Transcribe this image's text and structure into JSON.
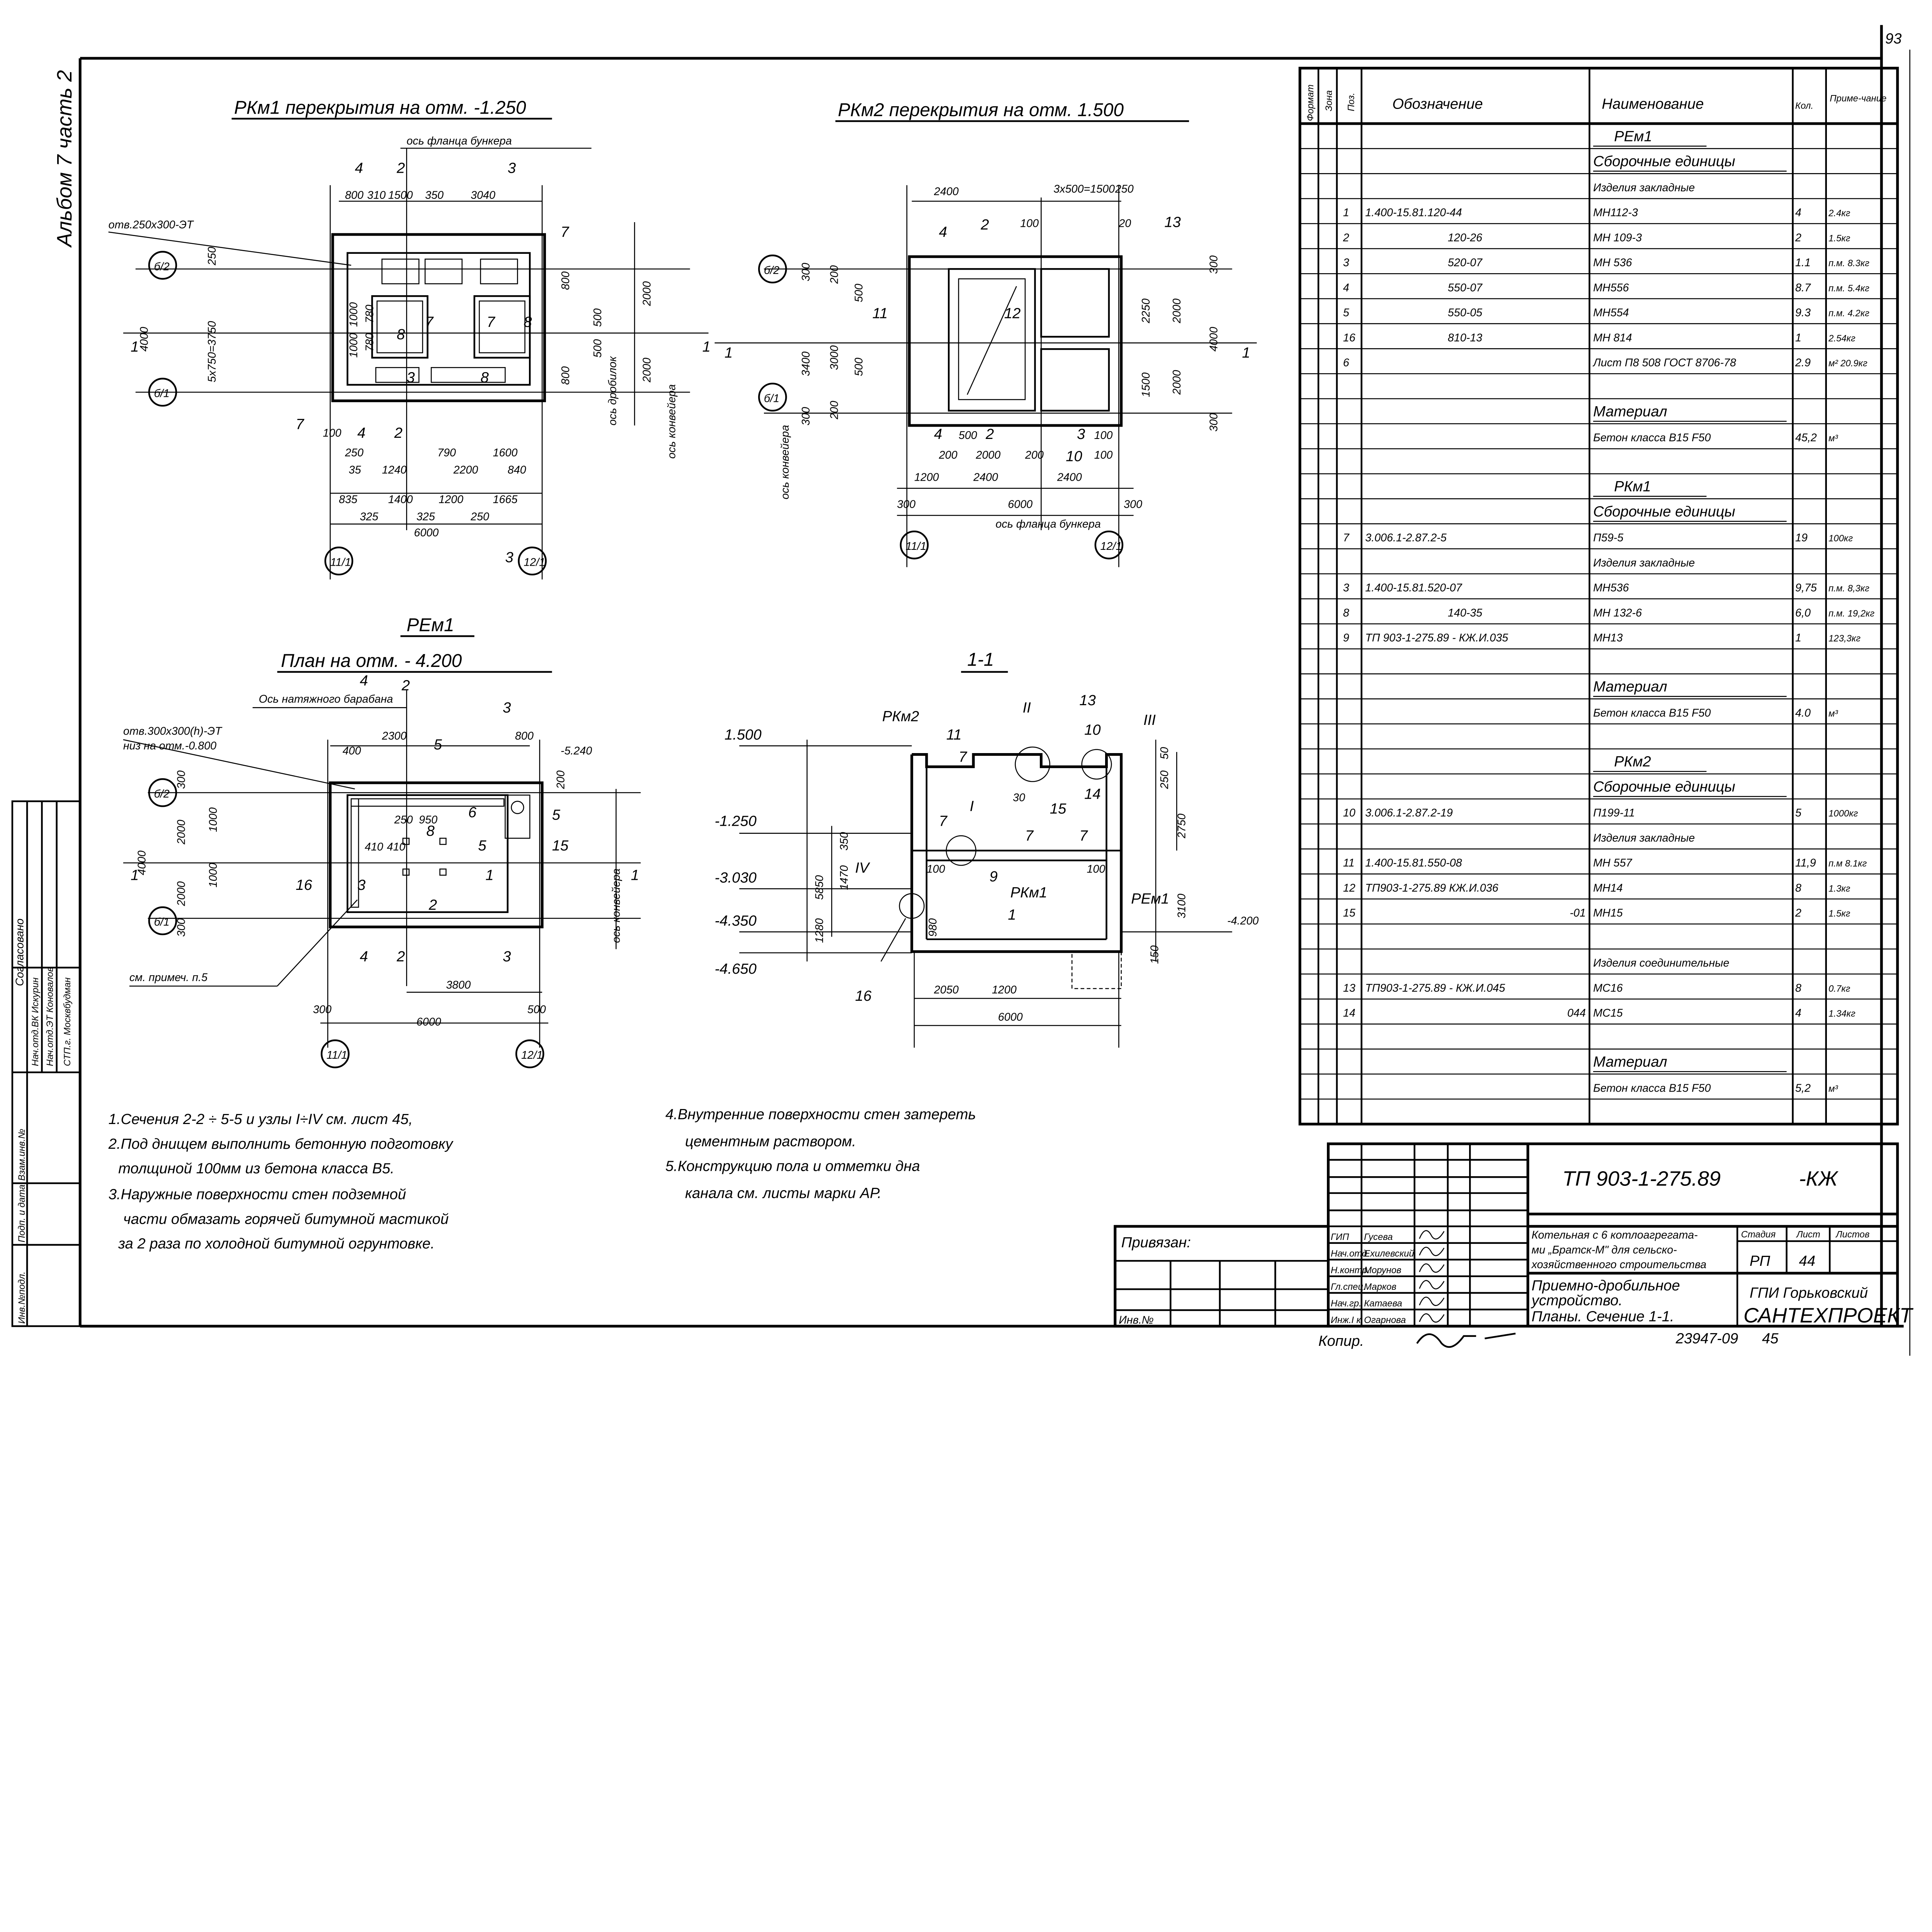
{
  "sheet": {
    "album_label": "Альбом 7 часть 2",
    "sheet_number_corner": "93",
    "copy_label": "Копир.",
    "archive_number": "23947-09",
    "archive_sheet": "45"
  },
  "left_strip": {
    "agreed_label": "Согласовано",
    "rows": [
      "Нач.отд.ВК Искурин",
      "Нач.отд.ЭТ Коновалов",
      "СТП.г. Москвбудман"
    ],
    "vertical_labels": [
      "Инв.№подл.",
      "Подп. и дата",
      "Взам.инв.№"
    ]
  },
  "rkm1": {
    "title": "РКм1 перекрытия на отм. -1.250",
    "flange_axis": "ось фланца бункера",
    "opening": "отв.250х300-ЭТ",
    "crusher_axis": "ось дробилок",
    "conveyor_axis": "ось конвейера",
    "axes": [
      "б/2",
      "б/1",
      "11/1",
      "12/1"
    ],
    "labels": [
      "4",
      "2",
      "3",
      "1",
      "1",
      "7",
      "7",
      "3",
      "4",
      "2",
      "8",
      "7",
      "7",
      "8",
      "3",
      "8"
    ],
    "dims": [
      "800",
      "310",
      "1500",
      "350",
      "3040",
      "250",
      "4000",
      "5х750=3750",
      "1000",
      "1000",
      "780",
      "780",
      "2000",
      "2000",
      "100",
      "250",
      "35",
      "1240",
      "2200",
      "840",
      "835",
      "1400",
      "1200",
      "1665",
      "325",
      "325",
      "250",
      "6000",
      "790",
      "1600",
      "500",
      "500",
      "800",
      "800"
    ]
  },
  "rkm2": {
    "title": "РКм2 перекрытия на отм. 1.500",
    "flange_axis": "ось фланца бункера",
    "conveyor_axis": "ось конвейера",
    "axes": [
      "б/2",
      "б/1",
      "11/1",
      "12/1"
    ],
    "labels": [
      "4",
      "2",
      "13",
      "11",
      "12",
      "1",
      "1",
      "4",
      "2",
      "3",
      "10"
    ],
    "dims": [
      "2400",
      "3х500=1500",
      "250",
      "100",
      "20",
      "300",
      "3400",
      "300",
      "200",
      "3000",
      "200",
      "500",
      "500",
      "2250",
      "2000",
      "1500",
      "2000",
      "4000",
      "300",
      "300",
      "500",
      "200",
      "2000",
      "200",
      "100",
      "1200",
      "2400",
      "2400",
      "300",
      "6000",
      "300",
      "100"
    ]
  },
  "rem1": {
    "title": "РЕм1",
    "subtitle": "План на отм. - 4.200",
    "drum_axis": "Ось натяжного барабана",
    "opening": "отв.300х300(h)-ЭТ",
    "opening_bottom": "низ на отм.-0.800",
    "conveyor_axis": "ось конвейера",
    "note_ref": "см. примеч. п.5",
    "axes": [
      "б/2",
      "б/1",
      "11/1",
      "12/1"
    ],
    "labels": [
      "4",
      "2",
      "3",
      "5",
      "1",
      "1",
      "16",
      "3",
      "6",
      "5",
      "5",
      "15",
      "1",
      "2",
      "4",
      "2",
      "3",
      "8"
    ],
    "dims": [
      "2300",
      "400",
      "800",
      "-5.240",
      "200",
      "4000",
      "2000",
      "2000",
      "300",
      "300",
      "250",
      "950",
      "410",
      "410",
      "3800",
      "300",
      "6000",
      "500",
      "1000",
      "1000"
    ]
  },
  "section": {
    "title": "1-1",
    "levels": [
      "1.500",
      "-1.250",
      "-3.030",
      "-4.350",
      "-4.650"
    ],
    "labels": [
      "РКм2",
      "11",
      "II",
      "13",
      "III",
      "10",
      "7",
      "I",
      "7",
      "7",
      "9",
      "IV",
      "РКм1",
      "1",
      "16",
      "РЕм1",
      "15",
      "14",
      "7"
    ],
    "dims": [
      "50",
      "250",
      "2750",
      "3100",
      "100",
      "100",
      "980",
      "-4.200",
      "150",
      "2050",
      "1200",
      "6000",
      "5850",
      "1280",
      "1470",
      "350",
      "30"
    ]
  },
  "notes": {
    "left": [
      "1.Сечения 2-2 ÷ 5-5 и узлы I÷IV см. лист 45,",
      "2.Под днищем выполнить бетонную подготовку",
      "толщиной 100мм из бетона класса В5.",
      "3.Наружные поверхности стен подземной",
      "части обмазать горячей битумной мастикой",
      "за 2 раза по холодной битумной огрунтовке."
    ],
    "right": [
      "4.Внутренние поверхности стен затереть",
      "цементным раствором.",
      "5.Конструкцию пола и отметки дна",
      "канала см. листы марки АР."
    ]
  },
  "spec_table": {
    "headers": [
      "Формат",
      "Зона",
      "Поз.",
      "Обозначение",
      "Наименование",
      "Кол.",
      "Приме-чание"
    ],
    "rows": [
      {
        "pos": "",
        "code": "",
        "name": "РЕм1",
        "qty": "",
        "note": "",
        "kind": "group"
      },
      {
        "pos": "",
        "code": "",
        "name": "Сборочные единицы",
        "qty": "",
        "note": "",
        "kind": "section"
      },
      {
        "pos": "",
        "code": "",
        "name": "Изделия закладные",
        "qty": "",
        "note": "",
        "kind": "plain"
      },
      {
        "pos": "1",
        "code": "1.400-15.81.120-44",
        "name": "МН112-3",
        "qty": "4",
        "note": "2.4кг"
      },
      {
        "pos": "2",
        "code": "120-26",
        "name": "МН 109-3",
        "qty": "2",
        "note": "1.5кг",
        "indent": true
      },
      {
        "pos": "3",
        "code": "520-07",
        "name": "МН 536",
        "qty": "1.1",
        "note": "п.м. 8.3кг",
        "indent": true
      },
      {
        "pos": "4",
        "code": "550-07",
        "name": "МН556",
        "qty": "8.7",
        "note": "п.м. 5.4кг",
        "indent": true
      },
      {
        "pos": "5",
        "code": "550-05",
        "name": "МН554",
        "qty": "9.3",
        "note": "п.м. 4.2кг",
        "indent": true
      },
      {
        "pos": "16",
        "code": "810-13",
        "name": "МН 814",
        "qty": "1",
        "note": "2.54кг",
        "indent": true
      },
      {
        "pos": "6",
        "code": "",
        "name": "Лист П8 508 ГОСТ 8706-78",
        "qty": "2.9",
        "note": "м² 20.9кг"
      },
      {
        "pos": "",
        "code": "",
        "name": "",
        "qty": "",
        "note": ""
      },
      {
        "pos": "",
        "code": "",
        "name": "Материал",
        "qty": "",
        "note": "",
        "kind": "section"
      },
      {
        "pos": "",
        "code": "",
        "name": "Бетон класса В15 F50",
        "qty": "45,2",
        "note": "м³"
      },
      {
        "pos": "",
        "code": "",
        "name": "",
        "qty": "",
        "note": ""
      },
      {
        "pos": "",
        "code": "",
        "name": "РКм1",
        "qty": "",
        "note": "",
        "kind": "group"
      },
      {
        "pos": "",
        "code": "",
        "name": "Сборочные единицы",
        "qty": "",
        "note": "",
        "kind": "section"
      },
      {
        "pos": "7",
        "code": "3.006.1-2.87.2-5",
        "name": "П59-5",
        "qty": "19",
        "note": "100кг"
      },
      {
        "pos": "",
        "code": "",
        "name": "Изделия закладные",
        "qty": "",
        "note": ""
      },
      {
        "pos": "3",
        "code": "1.400-15.81.520-07",
        "name": "МН536",
        "qty": "9,75",
        "note": "п.м. 8,3кг"
      },
      {
        "pos": "8",
        "code": "140-35",
        "name": "МН 132-6",
        "qty": "6,0",
        "note": "п.м. 19,2кг",
        "indent": true
      },
      {
        "pos": "9",
        "code": "ТП 903-1-275.89 - КЖ.И.035",
        "name": "МН13",
        "qty": "1",
        "note": "123,3кг"
      },
      {
        "pos": "",
        "code": "",
        "name": "",
        "qty": "",
        "note": ""
      },
      {
        "pos": "",
        "code": "",
        "name": "Материал",
        "qty": "",
        "note": "",
        "kind": "section"
      },
      {
        "pos": "",
        "code": "",
        "name": "Бетон класса В15 F50",
        "qty": "4.0",
        "note": "м³"
      },
      {
        "pos": "",
        "code": "",
        "name": "",
        "qty": "",
        "note": ""
      },
      {
        "pos": "",
        "code": "",
        "name": "РКм2",
        "qty": "",
        "note": "",
        "kind": "group"
      },
      {
        "pos": "",
        "code": "",
        "name": "Сборочные единицы",
        "qty": "",
        "note": "",
        "kind": "section"
      },
      {
        "pos": "10",
        "code": "3.006.1-2.87.2-19",
        "name": "П199-11",
        "qty": "5",
        "note": "1000кг"
      },
      {
        "pos": "",
        "code": "",
        "name": "Изделия закладные",
        "qty": "",
        "note": ""
      },
      {
        "pos": "11",
        "code": "1.400-15.81.550-08",
        "name": "МН 557",
        "qty": "11,9",
        "note": "п.м 8.1кг"
      },
      {
        "pos": "12",
        "code": "ТП903-1-275.89  КЖ.И.036",
        "name": "МН14",
        "qty": "8",
        "note": "1.3кг"
      },
      {
        "pos": "15",
        "code": "-01",
        "name": "МН15",
        "qty": "2",
        "note": "1.5кг",
        "right": true
      },
      {
        "pos": "",
        "code": "",
        "name": "",
        "qty": "",
        "note": ""
      },
      {
        "pos": "",
        "code": "",
        "name": "Изделия соединительные",
        "qty": "",
        "note": ""
      },
      {
        "pos": "13",
        "code": "ТП903-1-275.89 - КЖ.И.045",
        "name": "МС16",
        "qty": "8",
        "note": "0.7кг"
      },
      {
        "pos": "14",
        "code": "044",
        "name": "МС15",
        "qty": "4",
        "note": "1.34кг",
        "right": true
      },
      {
        "pos": "",
        "code": "",
        "name": "",
        "qty": "",
        "note": ""
      },
      {
        "pos": "",
        "code": "",
        "name": "Материал",
        "qty": "",
        "note": "",
        "kind": "section"
      },
      {
        "pos": "",
        "code": "",
        "name": "Бетон класса В15 F50",
        "qty": "5,2",
        "note": "м³"
      },
      {
        "pos": "",
        "code": "",
        "name": "",
        "qty": "",
        "note": ""
      }
    ]
  },
  "title_block": {
    "document_code": "ТП 903-1-275.89",
    "document_suffix": "-КЖ",
    "bound_label": "Привязан:",
    "inventory_label": "Инв.№",
    "signatures": [
      {
        "role": "ГИП",
        "name": "Гусева"
      },
      {
        "role": "Нач.отд",
        "name": "Ехилевский"
      },
      {
        "role": "Н.контр.",
        "name": "Морунов"
      },
      {
        "role": "Гл.спец.",
        "name": "Марков"
      },
      {
        "role": "Нач.гр.",
        "name": "Катаева"
      },
      {
        "role": "Инж.I к",
        "name": "Огарнова"
      }
    ],
    "project": [
      "Котельная с 6 котлоагрегата-",
      "ми „Братск-М\" для сельско-",
      "хозяйственного строительства"
    ],
    "sheet_title": [
      "Приемно-дробильное",
      "устройство.",
      "Планы. Сечение 1-1."
    ],
    "stage_label": "Стадия",
    "sheet_label": "Лист",
    "sheets_label": "Листов",
    "stage": "РП",
    "sheet": "44",
    "org": [
      "ГПИ Горьковский",
      "САНТЕХПРОЕКТ"
    ]
  }
}
